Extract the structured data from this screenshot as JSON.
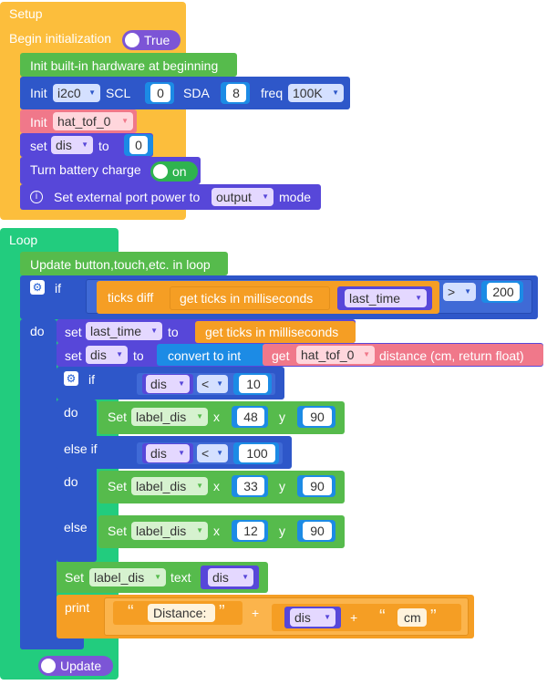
{
  "setup": {
    "title": "Setup",
    "begin_init_label": "Begin initialization",
    "begin_init_toggle": "True",
    "init_builtin": "Init built-in hardware at beginning",
    "init_i2c": {
      "init": "Init",
      "bus": "i2c0",
      "scl_label": "SCL",
      "scl_value": "0",
      "sda_label": "SDA",
      "sda_value": "8",
      "freq_label": "freq",
      "freq_value": "100K"
    },
    "init_tof": {
      "init": "Init",
      "sensor": "hat_tof_0"
    },
    "set_dis": {
      "set": "set",
      "var": "dis",
      "to": "to",
      "value": "0"
    },
    "battery": {
      "label": "Turn battery charge",
      "toggle": "on"
    },
    "ext_power": {
      "label": "Set external port power to",
      "value": "output",
      "suffix": "mode"
    }
  },
  "loop": {
    "title": "Loop",
    "update_button": "Update button,touch,etc. in loop",
    "if1": {
      "if": "if",
      "ticks_diff": "ticks diff",
      "get_ticks": "get ticks in milliseconds",
      "last_time": "last_time",
      "op": ">",
      "value": "200",
      "do": "do"
    },
    "set_last_time": {
      "set": "set",
      "var": "last_time",
      "to": "to",
      "value": "get ticks in milliseconds"
    },
    "set_dis2": {
      "set": "set",
      "var": "dis",
      "to": "to",
      "convert": "convert to int",
      "get": "get",
      "sensor": "hat_tof_0",
      "distance": "distance (cm, return float)"
    },
    "if2": {
      "if": "if",
      "var": "dis",
      "op": "<",
      "value": "10",
      "do": "do",
      "set1": {
        "set": "Set",
        "label": "label_dis",
        "x": "x",
        "xv": "48",
        "y": "y",
        "yv": "90"
      },
      "else_if": "else if",
      "var2": "dis",
      "op2": "<",
      "value2": "100",
      "do2": "do",
      "set2": {
        "set": "Set",
        "label": "label_dis",
        "x": "x",
        "xv": "33",
        "y": "y",
        "yv": "90"
      },
      "else": "else",
      "set3": {
        "set": "Set",
        "label": "label_dis",
        "x": "x",
        "xv": "12",
        "y": "y",
        "yv": "90"
      }
    },
    "set_text": {
      "set": "Set",
      "label": "label_dis",
      "text": "text",
      "var": "dis"
    },
    "print": {
      "print": "print",
      "open_q": "“",
      "str1": "Distance:",
      "close_q": "”",
      "plus": "+",
      "var": "dis",
      "plus2": "+",
      "str2": "cm"
    },
    "update_toggle": "Update"
  },
  "colors": {
    "setup": "#fcbe3c",
    "loop": "#22cc7e",
    "green_block": "#56bb4c",
    "blue_block": "#2e57c9",
    "pink_block": "#f0788a",
    "purple_block": "#5747d9",
    "orange_block": "#f59e24",
    "teal_block": "#1c8be5"
  }
}
